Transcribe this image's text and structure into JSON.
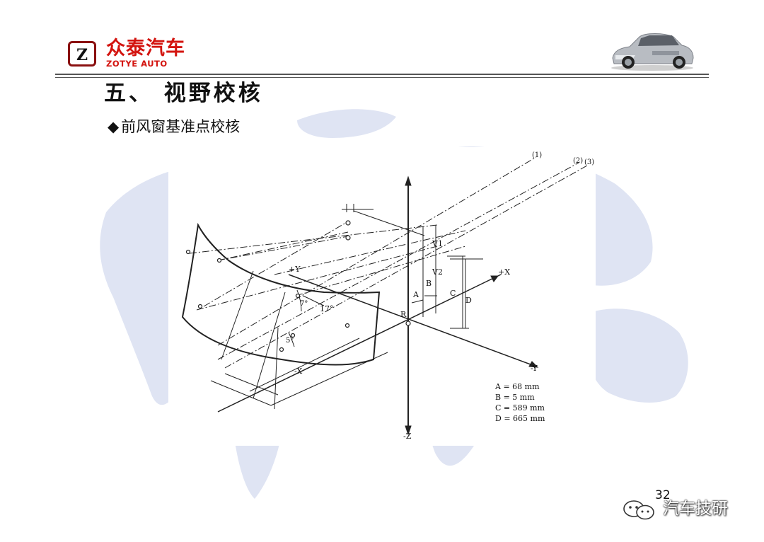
{
  "header": {
    "brand_cn": "众泰汽车",
    "brand_en": "ZOTYE AUTO",
    "emblem_letter": "Z",
    "car_image": "sedan-car-photo"
  },
  "slide": {
    "title": "五、 视野校核",
    "bullet_symbol": "◆",
    "bullet_text": "前风窗基准点校核"
  },
  "figure": {
    "line_labels": [
      "(1)",
      "(2)",
      "(3)"
    ],
    "axes": {
      "plus_x": "+X",
      "minus_y": "-Y",
      "plus_y": "+Y",
      "minus_x": "-X",
      "minus_z": "-Z",
      "origin": "R"
    },
    "points": {
      "v1": "V1",
      "v2": "V2"
    },
    "dimension_letters": {
      "a": "A",
      "b": "B",
      "c": "C",
      "d": "D"
    },
    "angles": {
      "horizontal": "17°",
      "up": "7°",
      "down": "5°"
    },
    "legend": [
      "A = 68 mm",
      "B = 5 mm",
      "C = 589 mm",
      "D = 665 mm"
    ]
  },
  "footer": {
    "page_number": "32",
    "watermark": "汽车技研",
    "watermark_icon": "wechat-icon"
  },
  "colors": {
    "brand_red": "#d3140f",
    "map_blue": "#dfe4f3",
    "rule_gray": "#555555"
  }
}
